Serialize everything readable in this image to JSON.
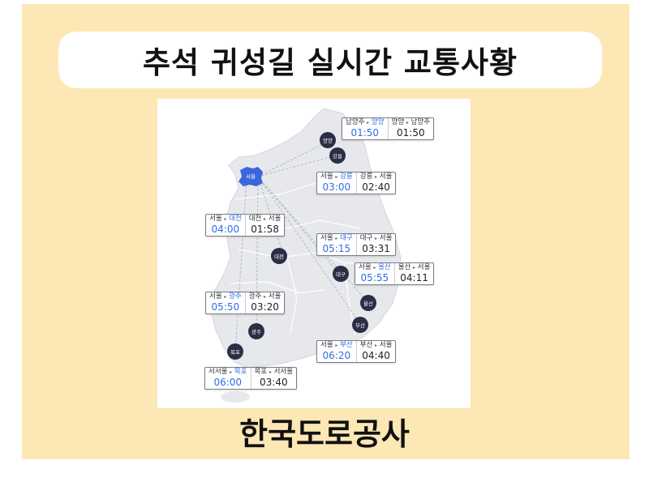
{
  "title": "추석 귀성길 실시간 교통사황",
  "footer": "한국도로공사",
  "colors": {
    "background": "#fde7b5",
    "outbound": "#2f6fe0",
    "city_marker": "#2b2f45",
    "seoul_marker": "#3a66dd"
  },
  "map": {
    "cities": {
      "seoul": "서울",
      "yangyang": "양양",
      "gangneung": "강릉",
      "daejeon": "대전",
      "daegu": "대구",
      "ulsan": "울산",
      "busan": "부산",
      "gwangju": "광주",
      "mokpo": "목포"
    },
    "routes": {
      "yangyang": {
        "out_from": "남양주",
        "out_to": "양양",
        "out_time": "01:50",
        "ret_from": "양양",
        "ret_to": "남양주",
        "ret_time": "01:50"
      },
      "gangneung": {
        "out_from": "서울",
        "out_to": "강릉",
        "out_time": "03:00",
        "ret_from": "강릉",
        "ret_to": "서울",
        "ret_time": "02:40"
      },
      "daejeon": {
        "out_from": "서울",
        "out_to": "대전",
        "out_time": "04:00",
        "ret_from": "대전",
        "ret_to": "서울",
        "ret_time": "01:58"
      },
      "daegu": {
        "out_from": "서울",
        "out_to": "대구",
        "out_time": "05:15",
        "ret_from": "대구",
        "ret_to": "서울",
        "ret_time": "03:31"
      },
      "ulsan": {
        "out_from": "서울",
        "out_to": "울산",
        "out_time": "05:55",
        "ret_from": "울산",
        "ret_to": "서울",
        "ret_time": "04:11"
      },
      "gwangju": {
        "out_from": "서울",
        "out_to": "광주",
        "out_time": "05:50",
        "ret_from": "광주",
        "ret_to": "서울",
        "ret_time": "03:20"
      },
      "busan": {
        "out_from": "서울",
        "out_to": "부산",
        "out_time": "06:20",
        "ret_from": "부산",
        "ret_to": "서울",
        "ret_time": "04:40"
      },
      "mokpo": {
        "out_from": "서서울",
        "out_to": "목포",
        "out_time": "06:00",
        "ret_from": "목포",
        "ret_to": "서서울",
        "ret_time": "03:40"
      }
    }
  }
}
